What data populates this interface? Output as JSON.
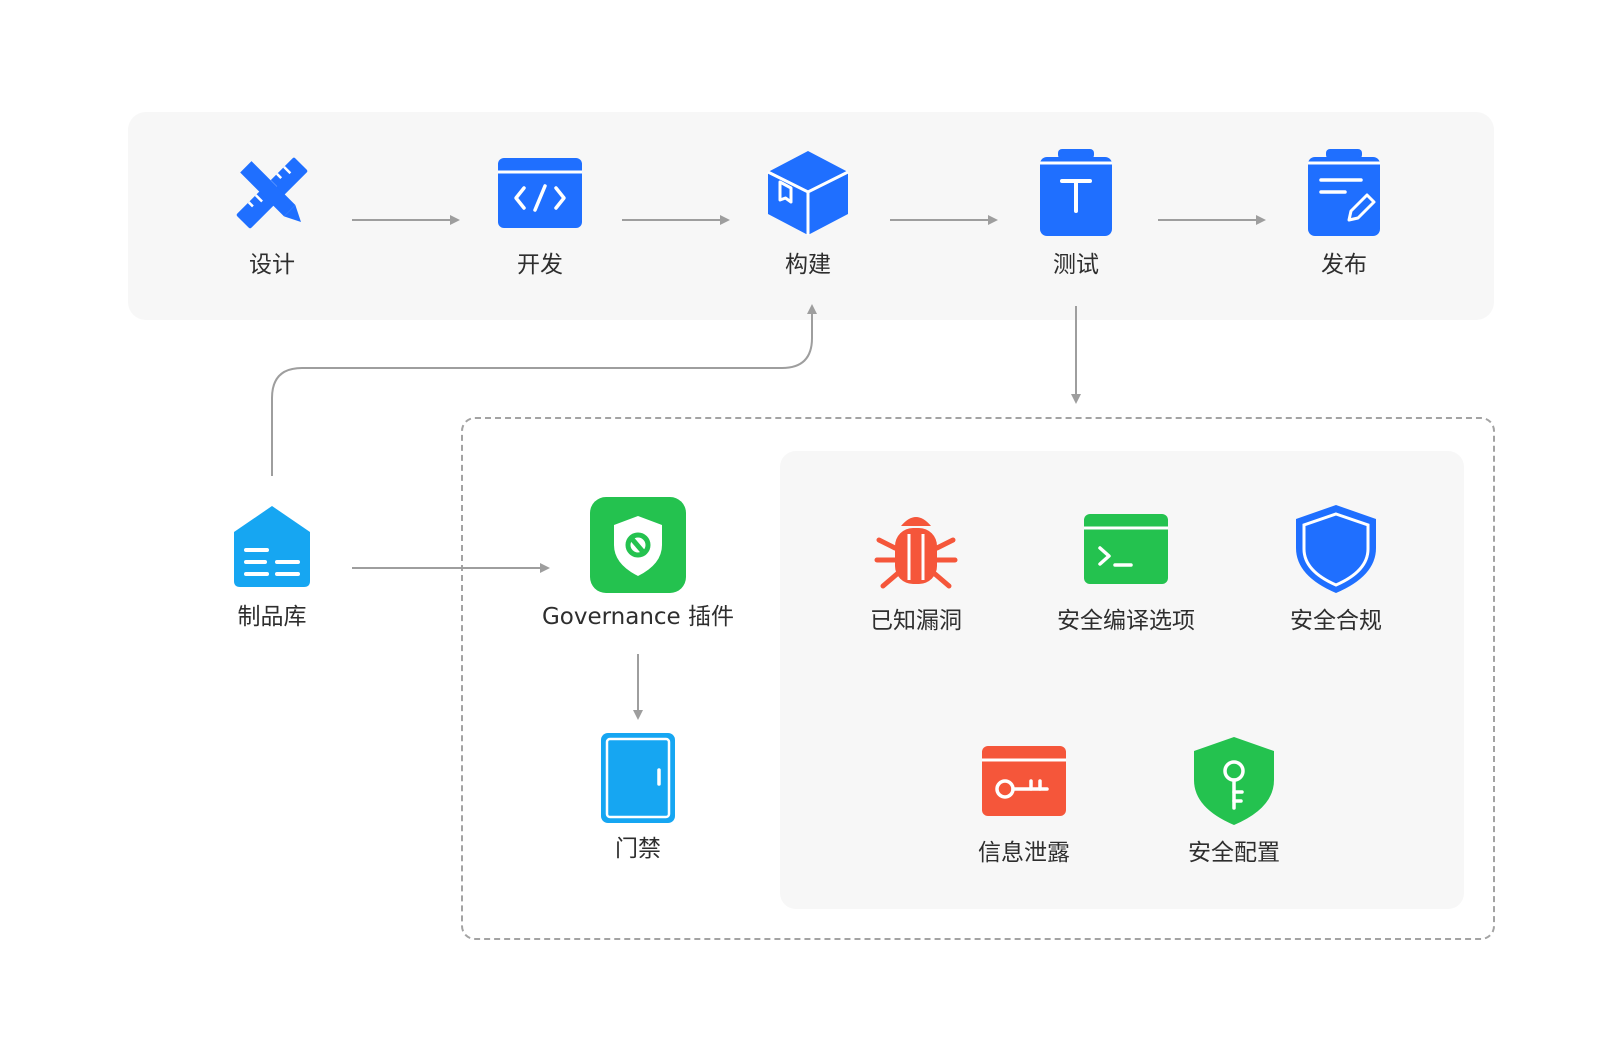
{
  "pipeline": {
    "stages": [
      {
        "label": "设计",
        "icon": "design-ruler-pencil-icon"
      },
      {
        "label": "开发",
        "icon": "code-window-icon"
      },
      {
        "label": "构建",
        "icon": "build-package-box-icon"
      },
      {
        "label": "测试",
        "icon": "test-clipboard-icon"
      },
      {
        "label": "发布",
        "icon": "release-clipboard-pencil-icon"
      }
    ]
  },
  "repository": {
    "label": "制品库",
    "icon": "artifact-repository-icon"
  },
  "governance": {
    "plugin": {
      "label": "Governance 插件",
      "icon": "governance-shield-icon"
    },
    "gate": {
      "label": "门禁",
      "icon": "gate-door-icon"
    },
    "checks": [
      {
        "label": "已知漏洞",
        "icon": "bug-icon"
      },
      {
        "label": "安全编译选项",
        "icon": "terminal-icon"
      },
      {
        "label": "安全合规",
        "icon": "shield-icon"
      },
      {
        "label": "信息泄露",
        "icon": "key-card-icon"
      },
      {
        "label": "安全配置",
        "icon": "shield-key-icon"
      }
    ]
  },
  "colors": {
    "blue": "#1f6fff",
    "light_blue": "#16a6f2",
    "green": "#24c24f",
    "red": "#f5563a",
    "panel_bg": "#f7f7f7",
    "connector": "#9e9e9e"
  }
}
